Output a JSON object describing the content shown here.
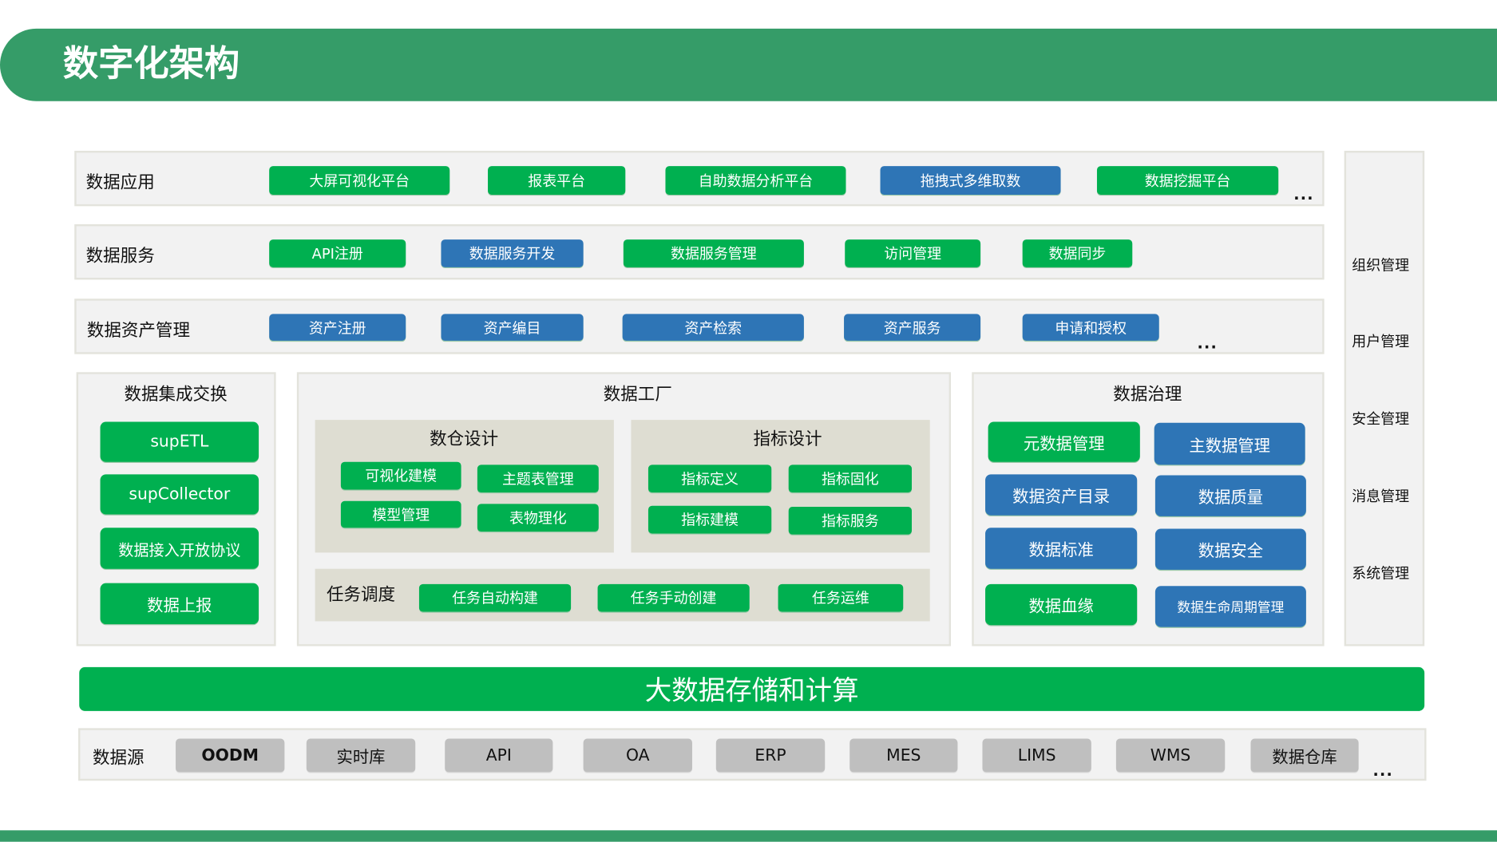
{
  "title": "数字化架构",
  "application": {
    "label": "数据应用",
    "items": [
      "大屏可视化平台",
      "报表平台",
      "自助数据分析平台",
      "拖拽式多维取数",
      "数据挖掘平台"
    ],
    "more": "..."
  },
  "service": {
    "label": "数据服务",
    "items": [
      "API注册",
      "数据服务开发",
      "数据服务管理",
      "访问管理",
      "数据同步"
    ]
  },
  "asset": {
    "label": "数据资产管理",
    "items": [
      "资产注册",
      "资产编目",
      "资产检索",
      "资产服务",
      "申请和授权"
    ],
    "more": "..."
  },
  "side": {
    "items": [
      "组织管理",
      "用户管理",
      "安全管理",
      "消息管理",
      "系统管理"
    ]
  },
  "integration": {
    "title": "数据集成交换",
    "items": [
      "supETL",
      "supCollector",
      "数据接入开放协议",
      "数据上报"
    ]
  },
  "factory": {
    "title": "数据工厂",
    "warehouse": {
      "title": "数仓设计",
      "items": [
        "可视化建模",
        "主题表管理",
        "模型管理",
        "表物理化"
      ]
    },
    "metric": {
      "title": "指标设计",
      "items": [
        "指标定义",
        "指标固化",
        "指标建模",
        "指标服务"
      ]
    },
    "schedule": {
      "title": "任务调度",
      "items": [
        "任务自动构建",
        "任务手动创建",
        "任务运维"
      ]
    }
  },
  "governance": {
    "title": "数据治理",
    "items": [
      "元数据管理",
      "主数据管理",
      "数据资产目录",
      "数据质量",
      "数据标准",
      "数据安全",
      "数据血缘",
      "数据生命周期管理"
    ]
  },
  "storage": {
    "label": "大数据存储和计算"
  },
  "sources": {
    "label": "数据源",
    "items": [
      "OODM",
      "实时库",
      "API",
      "OA",
      "ERP",
      "MES",
      "LIMS",
      "WMS",
      "数据仓库"
    ],
    "more": "..."
  },
  "colors": {
    "header": "#359c68",
    "green": "#00b050",
    "blue": "#2e75b6",
    "gray": "#bfbfbf"
  }
}
